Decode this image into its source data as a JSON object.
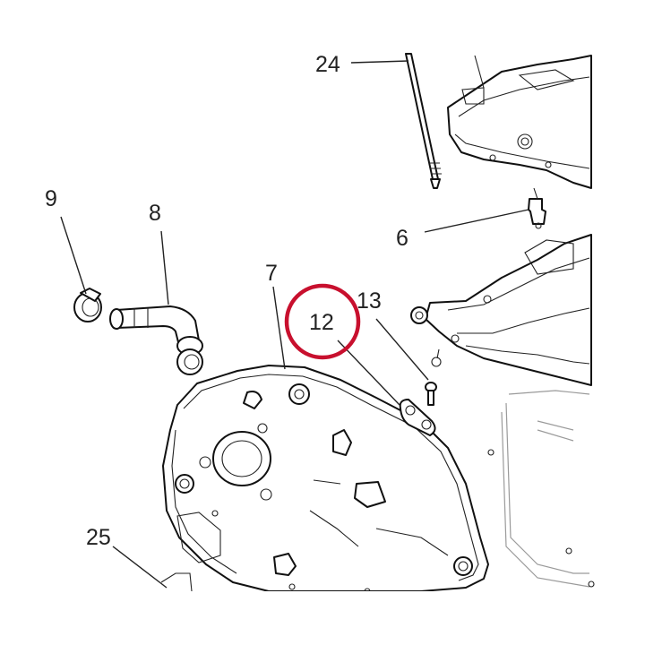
{
  "diagram": {
    "callouts": [
      {
        "id": "c24",
        "number": "24"
      },
      {
        "id": "c6",
        "number": "6"
      },
      {
        "id": "c9",
        "number": "9"
      },
      {
        "id": "c8",
        "number": "8"
      },
      {
        "id": "c7",
        "number": "7"
      },
      {
        "id": "c12",
        "number": "12",
        "highlighted": true
      },
      {
        "id": "c13",
        "number": "13"
      },
      {
        "id": "c25",
        "number": "25"
      }
    ],
    "highlight_color": "#c8102e",
    "line_color": "#222222"
  }
}
